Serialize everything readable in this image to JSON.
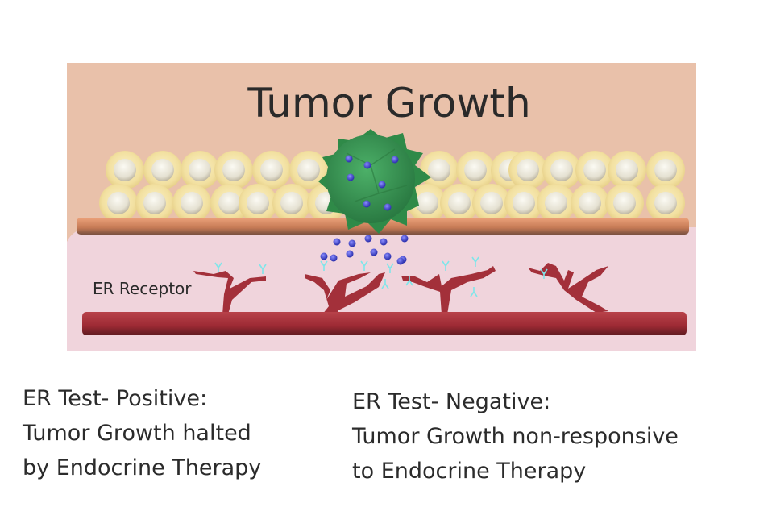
{
  "title": "Tumor Growth",
  "label_receptor": "ER Receptor",
  "captions": {
    "positive": {
      "line1": "ER Test- Positive:",
      "line2": "Tumor Growth halted",
      "line3": "by Endocrine Therapy"
    },
    "negative": {
      "line1": "ER Test- Negative:",
      "line2": "Tumor Growth non-responsive",
      "line3": "to Endocrine Therapy"
    }
  },
  "colors": {
    "tissue_upper": "#e9c1aa",
    "tissue_lower": "#f0d4dc",
    "membrane": "#d98b63",
    "vessel": "#a3303a",
    "tumor": "#3f9e5a",
    "hormone": "#4b4fd0",
    "receptor": "#7fe6ea",
    "cell": "#f3e3a6"
  }
}
